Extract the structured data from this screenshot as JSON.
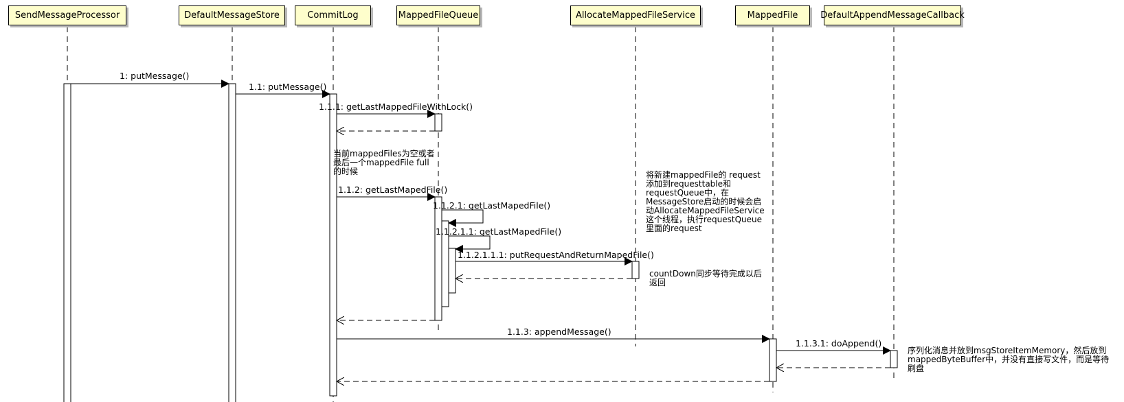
{
  "participants": [
    {
      "id": "p0",
      "label": "SendMessageProcessor"
    },
    {
      "id": "p1",
      "label": "DefaultMessageStore"
    },
    {
      "id": "p2",
      "label": "CommitLog"
    },
    {
      "id": "p3",
      "label": "MappedFileQueue"
    },
    {
      "id": "p4",
      "label": "AllocateMappedFileService"
    },
    {
      "id": "p5",
      "label": "MappedFile"
    },
    {
      "id": "p6",
      "label": "DefaultAppendMessageCallback"
    }
  ],
  "messages": [
    {
      "label": "1: putMessage()",
      "from": "SendMessageProcessor",
      "to": "DefaultMessageStore",
      "kind": "call"
    },
    {
      "label": "1.1: putMessage()",
      "from": "DefaultMessageStore",
      "to": "CommitLog",
      "kind": "call"
    },
    {
      "label": "1.1.1: getLastMappedFileWithLock()",
      "from": "CommitLog",
      "to": "MappedFileQueue",
      "kind": "call"
    },
    {
      "label": "",
      "from": "MappedFileQueue",
      "to": "CommitLog",
      "kind": "return"
    },
    {
      "label": "1.1.2: getLastMapedFile()",
      "from": "CommitLog",
      "to": "MappedFileQueue",
      "kind": "call"
    },
    {
      "label": "1.1.2.1: getLastMapedFile()",
      "from": "MappedFileQueue",
      "to": "MappedFileQueue",
      "kind": "self"
    },
    {
      "label": "1.1.2.1.1: getLastMapedFile()",
      "from": "MappedFileQueue",
      "to": "MappedFileQueue",
      "kind": "self"
    },
    {
      "label": "1.1.2.1.1.1: putRequestAndReturnMapedFile()",
      "from": "MappedFileQueue",
      "to": "AllocateMappedFileService",
      "kind": "call"
    },
    {
      "label": "",
      "from": "AllocateMappedFileService",
      "to": "MappedFileQueue",
      "kind": "return"
    },
    {
      "label": "",
      "from": "MappedFileQueue",
      "to": "CommitLog",
      "kind": "return"
    },
    {
      "label": "1.1.3: appendMessage()",
      "from": "CommitLog",
      "to": "MappedFile",
      "kind": "call"
    },
    {
      "label": "1.1.3.1: doAppend()",
      "from": "MappedFile",
      "to": "DefaultAppendMessageCallback",
      "kind": "call"
    },
    {
      "label": "",
      "from": "DefaultAppendMessageCallback",
      "to": "MappedFile",
      "kind": "return"
    },
    {
      "label": "",
      "from": "MappedFile",
      "to": "CommitLog",
      "kind": "return"
    }
  ],
  "notes": {
    "mapped_files_empty": "当前mappedFiles为空或者\n最后一个mappedFile full\n的时候",
    "allocate_request": "将新建mappedFile的 request\n添加到requesttable和\nrequestQueue中，在\nMessageStore启动的时候会启\n动AllocateMappedFileService\n这个线程，执行requestQueue\n里面的request",
    "count_down": "countDown同步等待完成以后\n返回",
    "serialize": "序列化消息并放到msgStoreItemMemory，然后放到\nmappedByteBuffer中，并没有直接写文件，而是等待\n刷盘"
  },
  "colors": {
    "participant_fill": "#fefecc",
    "line": "#000000",
    "shadow": "#b8b8b8"
  }
}
